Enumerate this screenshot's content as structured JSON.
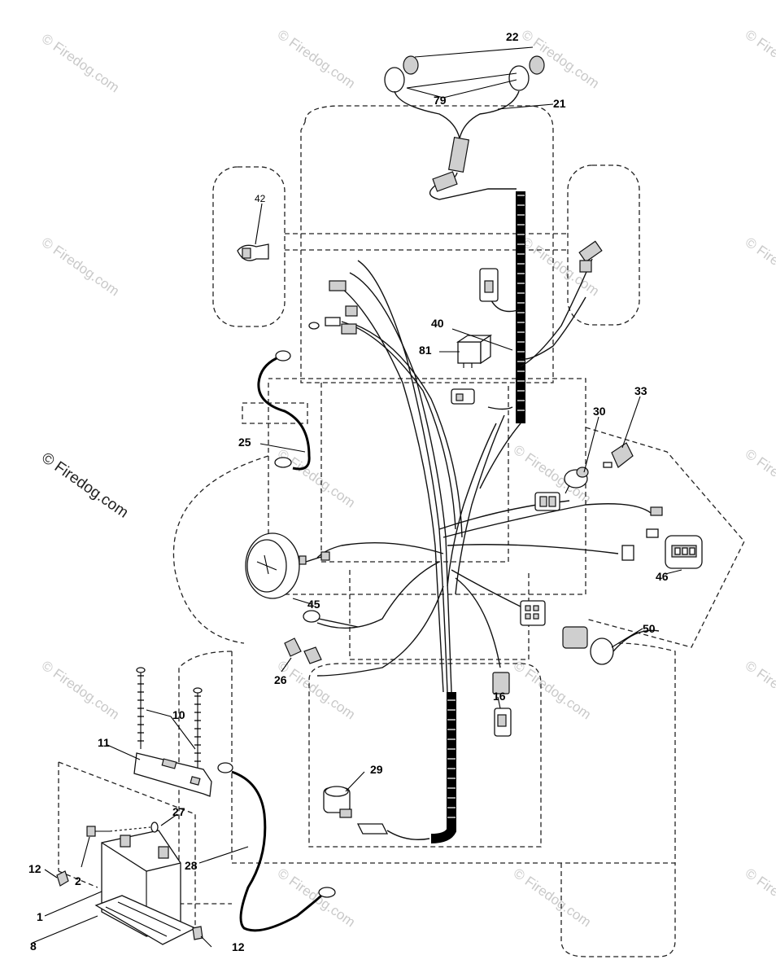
{
  "watermark": {
    "main_text": "© Firedog.com",
    "repeat_text": "© Firedog.com"
  },
  "callouts": {
    "c1": "1",
    "c2": "2",
    "c8": "8",
    "c10": "10",
    "c11": "11",
    "c12a": "12",
    "c12b": "12",
    "c16": "16",
    "c21": "21",
    "c22": "22",
    "c25": "25",
    "c26": "26",
    "c27": "27",
    "c28": "28",
    "c29": "29",
    "c30": "30",
    "c33": "33",
    "c40": "40",
    "c42": "42",
    "c45": "45",
    "c46": "46",
    "c50": "50",
    "c79": "79",
    "c81": "81"
  },
  "colors": {
    "line": "#111111",
    "watermark": "#c9c9c9",
    "background": "#ffffff"
  }
}
